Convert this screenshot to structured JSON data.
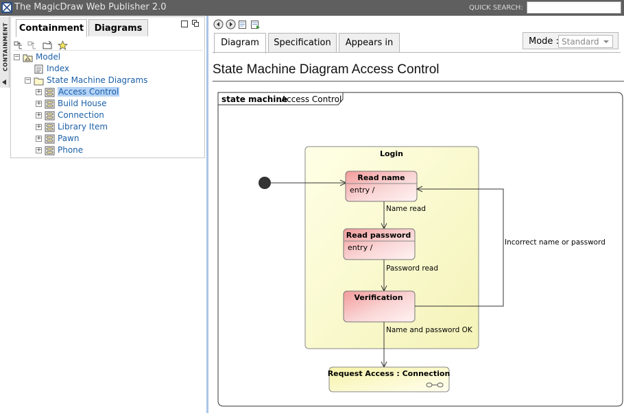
{
  "app": {
    "title": "The MagicDraw Web Publisher 2.0"
  },
  "search": {
    "label": "QUICK SEARCH:",
    "value": ""
  },
  "side_tab": {
    "label": "CONTAINMENT"
  },
  "left_panel": {
    "tabs": [
      {
        "label": "Containment",
        "active": true
      },
      {
        "label": "Diagrams",
        "active": false
      }
    ],
    "tree": [
      {
        "label": "Model",
        "level": 0,
        "expanded": true,
        "icon": "package-icon"
      },
      {
        "label": "Index",
        "level": 1,
        "icon": "document-icon"
      },
      {
        "label": "State Machine Diagrams",
        "level": 1,
        "expanded": true,
        "icon": "folder-icon"
      },
      {
        "label": "Access Control",
        "level": 2,
        "expanded": false,
        "icon": "state-machine-icon",
        "selected": true
      },
      {
        "label": "Build House",
        "level": 2,
        "expanded": false,
        "icon": "state-machine-icon"
      },
      {
        "label": "Connection",
        "level": 2,
        "expanded": false,
        "icon": "state-machine-icon"
      },
      {
        "label": "Library Item",
        "level": 2,
        "expanded": false,
        "icon": "state-machine-icon"
      },
      {
        "label": "Pawn",
        "level": 2,
        "expanded": false,
        "icon": "state-machine-icon"
      },
      {
        "label": "Phone",
        "level": 2,
        "expanded": false,
        "icon": "state-machine-icon"
      }
    ]
  },
  "right_panel": {
    "tabs": [
      {
        "label": "Diagram",
        "active": true
      },
      {
        "label": "Specification",
        "active": false
      },
      {
        "label": "Appears in",
        "active": false
      }
    ],
    "mode": {
      "label": "Mode :",
      "selected": "Standard"
    },
    "page_title": "State Machine Diagram Access Control"
  },
  "diagram": {
    "frame_keyword": "state machine",
    "frame_name": "Access Control",
    "composite_state": "Login",
    "states": [
      {
        "name": "Read name",
        "entry": "entry /"
      },
      {
        "name": "Read password",
        "entry": "entry /"
      },
      {
        "name": "Verification",
        "entry": ""
      }
    ],
    "submachine_state": "Request Access : Connection",
    "transitions": {
      "name_read": "Name read",
      "password_read": "Password read",
      "incorrect": "Incorrect name or password",
      "ok": "Name and password OK"
    }
  },
  "colors": {
    "titlebar": "#5f5f5f",
    "link": "#1b5fa8",
    "selection": "#b5d3f6",
    "splitter": "#a9c4e6",
    "state_fill": "#f8c9c9",
    "composite_fill": "#fafad0"
  }
}
